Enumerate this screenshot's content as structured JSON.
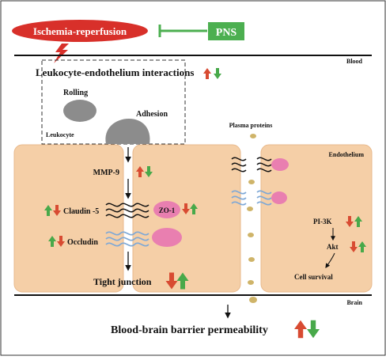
{
  "labels": {
    "ischemia": "Ischemia-reperfusion",
    "pns": "PNS",
    "blood": "Blood",
    "brain": "Brain",
    "interactions": "Leukocyte-endothelium interactions",
    "rolling": "Rolling",
    "leukocyte": "Leukocyte",
    "adhesion": "Adhesion",
    "plasma_proteins": "Plasma proteins",
    "endothelium": "Endothelium",
    "mmp9": "MMP-9",
    "claudin": "Claudin -5",
    "zo1": "ZO-1",
    "occludin": "Occludin",
    "tight_junction": "Tight junction",
    "pi3k": "PI-3K",
    "akt": "Akt",
    "cell_survival": "Cell survival",
    "bbb": "Blood-brain barrier permeability"
  },
  "colors": {
    "ischemia_fill": "#d8302a",
    "pns_fill": "#4caf50",
    "cell_fill": "#f5cfa7",
    "cell_stroke": "#e8b98c",
    "leukocyte": "#8c8c8c",
    "protein_pink": "#e97fb0",
    "plasma_dot": "#cfb469",
    "arrow_red": "#d84b32",
    "arrow_green": "#48a94a",
    "claudin_strand": "#111111",
    "occludin_strand": "#7ea8d6"
  }
}
